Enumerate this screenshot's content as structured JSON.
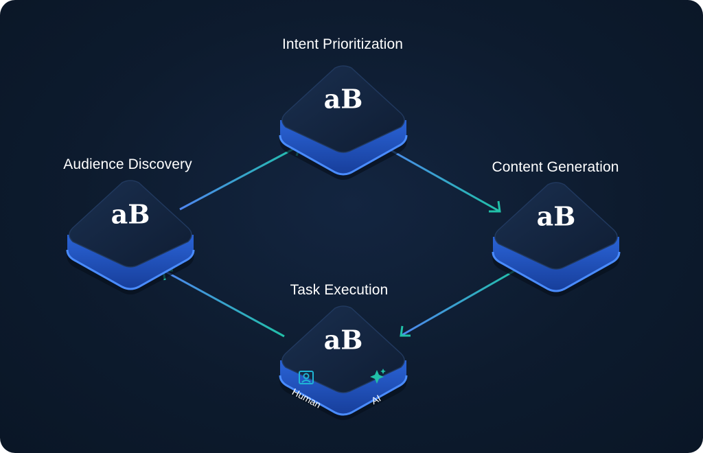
{
  "nodes": {
    "intent": {
      "label": "Intent Prioritization"
    },
    "audience": {
      "label": "Audience Discovery"
    },
    "content": {
      "label": "Content Generation"
    },
    "task": {
      "label": "Task Execution",
      "sub_labels": {
        "human": "Human",
        "ai": "AI"
      }
    }
  },
  "logo_mark": "aB",
  "colors": {
    "background": "#0d1b2e",
    "tile_top": "#13253f",
    "tile_side": "#1f57c8",
    "tile_edge": "#3f86ff",
    "arrow_start": "#4f86f0",
    "arrow_end": "#21c0a8"
  },
  "icons": {
    "human": "person-frame-icon",
    "ai": "sparkle-icon"
  }
}
